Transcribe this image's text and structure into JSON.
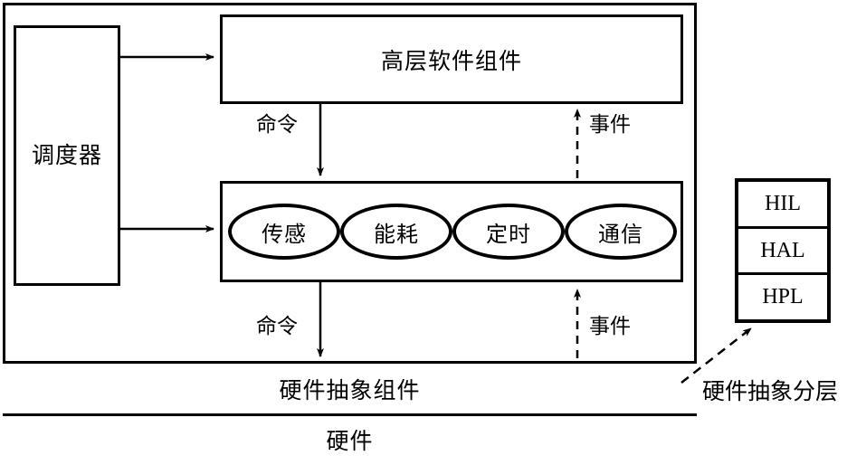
{
  "diagram": {
    "title_present": false,
    "scheduler": {
      "label": "调度器"
    },
    "top_layer": {
      "label": "高层软件组件"
    },
    "middle_layer": {
      "concerns": [
        {
          "label": "传感"
        },
        {
          "label": "能耗"
        },
        {
          "label": "定时"
        },
        {
          "label": "通信"
        }
      ]
    },
    "bars": [
      {
        "name": "hardware-abstraction",
        "label": "硬件抽象组件"
      },
      {
        "name": "hardware",
        "label": "硬件"
      }
    ],
    "flows": [
      {
        "name": "command-top",
        "label": "命令",
        "direction": "down",
        "style": "solid"
      },
      {
        "name": "event-top",
        "label": "事件",
        "direction": "up",
        "style": "dashed"
      },
      {
        "name": "command-bottom",
        "label": "命令",
        "direction": "down",
        "style": "solid"
      },
      {
        "name": "event-bottom",
        "label": "事件",
        "direction": "up",
        "style": "dashed"
      }
    ],
    "hal_stack": {
      "cells": [
        {
          "label": "HIL"
        },
        {
          "label": "HAL"
        },
        {
          "label": "HPL"
        }
      ],
      "callout_label": "硬件抽象分层"
    },
    "colors": {
      "stroke": "#000000",
      "fill": "#ffffff",
      "text": "#000000"
    }
  }
}
